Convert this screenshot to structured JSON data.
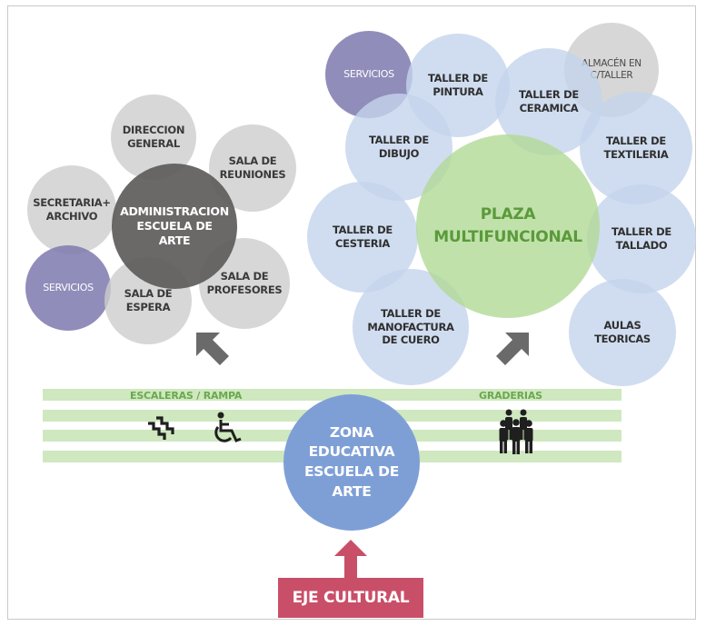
{
  "admin": {
    "center": "ADMINISTRACION\nESCUELA DE\nARTE",
    "direccion": "DIRECCION\nGENERAL",
    "reuniones": "SALA DE\nREUNIONES",
    "secretaria": "SECRETARIA+\nARCHIVO",
    "servicios": "SERVICIOS",
    "espera": "SALA DE\nESPERA",
    "profesores": "SALA DE\nPROFESORES"
  },
  "talleres": {
    "center": "PLAZA\nMULTIFUNCIONAL",
    "servicios": "SERVICIOS",
    "pintura": "TALLER DE\nPINTURA",
    "ceramica": "TALLER DE\nCERAMICA",
    "almacen": "ALMACÉN EN\nC/TALLER",
    "textileria": "TALLER DE\nTEXTILERIA",
    "dibujo": "TALLER DE\nDIBUJO",
    "cesteria": "TALLER DE\nCESTERIA",
    "tallado": "TALLER DE\nTALLADO",
    "cuero": "TALLER DE\nMANOFACTURA\nDE CUERO",
    "aulas": "AULAS\nTEORICAS"
  },
  "band": {
    "escaleras_label": "ESCALERAS / RAMPA",
    "graderias_label": "GRADERIAS"
  },
  "zona": "ZONA\nEDUCATIVA\nESCUELA DE\nARTE",
  "eje": "EJE CULTURAL",
  "colors": {
    "grey": "#cdcdcd",
    "light_blue": "#c4d4ec",
    "purple": "#827db0",
    "dark": "#605c5c",
    "green": "#b2d996",
    "blue": "#7e9fd6",
    "stripe": "#cfe8bf",
    "eje": "#c94f68",
    "arrow": "#6a6a6a"
  }
}
